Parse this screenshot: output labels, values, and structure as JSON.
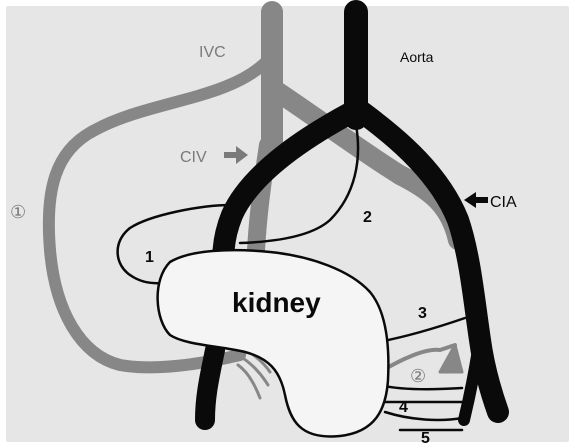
{
  "diagram": {
    "labels": {
      "ivc": "IVC",
      "aorta": "Aorta",
      "civ": "CIV",
      "cia": "CIA",
      "kidney": "kidney",
      "collateral_1": "①",
      "collateral_2": "②",
      "vessel_1": "1",
      "vessel_2": "2",
      "vessel_3": "3",
      "vessel_4": "4",
      "vessel_5": "5"
    },
    "colors": {
      "background": "#e6e6e6",
      "venous": "#878787",
      "arterial": "#0a0a0a",
      "kidney_fill": "#f5f5f5",
      "label_gray": "#7a7a7a"
    },
    "arrows": [
      "civ-arrow-right",
      "cia-arrow-left"
    ]
  }
}
